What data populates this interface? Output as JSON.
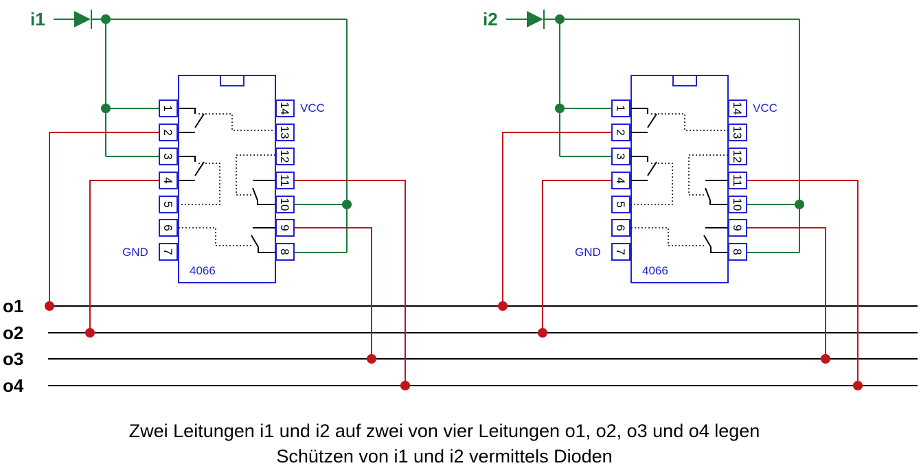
{
  "inputs": [
    "i1",
    "i2"
  ],
  "outputs": [
    "o1",
    "o2",
    "o3",
    "o4"
  ],
  "chip": {
    "part": "4066",
    "vcc_label": "VCC",
    "gnd_label": "GND",
    "left_pins": [
      "1",
      "2",
      "3",
      "4",
      "5",
      "6",
      "7"
    ],
    "right_pins": [
      "14",
      "13",
      "12",
      "11",
      "10",
      "9",
      "8"
    ]
  },
  "caption": {
    "line1": "Zwei Leitungen i1 und i2 auf zwei von vier Leitungen o1, o2, o3 und o4 legen",
    "line2": "Schützen von i1 und i2 vermittels Dioden"
  },
  "colors": {
    "input_wire": "#1a7a3a",
    "output_wire": "#c0161b",
    "chip": "#1f22d6",
    "bus": "#000000"
  }
}
